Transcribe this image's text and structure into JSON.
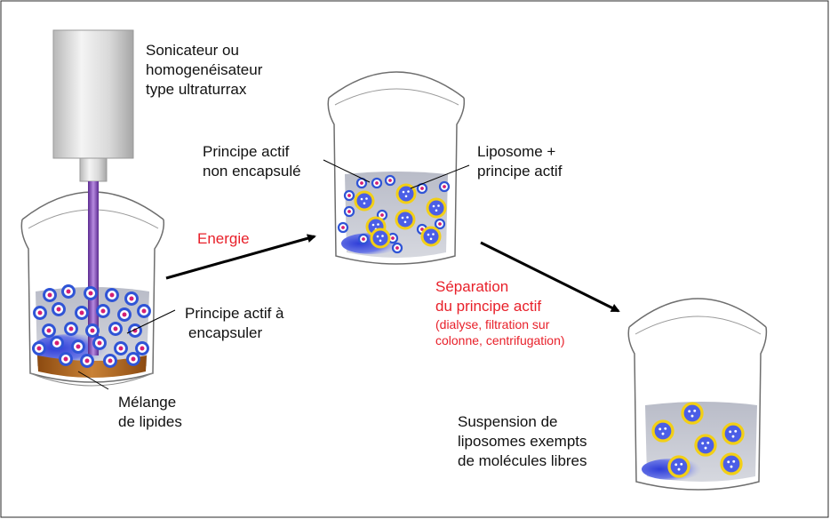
{
  "labels": {
    "sonicator": [
      "Sonicateur ou",
      "homogenéisateur",
      "type ultraturrax"
    ],
    "unencapsulated": [
      "Principe actif",
      "non encapsulé"
    ],
    "liposome_drug": [
      "Liposome +",
      "principe actif"
    ],
    "energy": "Energie",
    "separation_title": [
      "Séparation",
      "du principe actif"
    ],
    "separation_methods": [
      "(dialyse, filtration sur",
      "colonne, centrifugation)"
    ],
    "drug_to_encapsulate": [
      "Principe actif à",
      "encapsuler"
    ],
    "lipid_mix": [
      "Mélange",
      "de lipides"
    ],
    "suspension": [
      "Suspension de",
      "liposomes exempts",
      "de molécules libres"
    ]
  },
  "colors": {
    "text": "#111111",
    "accent_red": "#e8202a",
    "liquid": "#c9ccd6",
    "molecule_ring": "#2f54d6",
    "molecule_core": "#d41f74",
    "liposome_ring": "#f2cf16",
    "lipid_layer": "#b56a1e",
    "probe_beam": "#7b3fb4",
    "arrow": "#000000"
  }
}
